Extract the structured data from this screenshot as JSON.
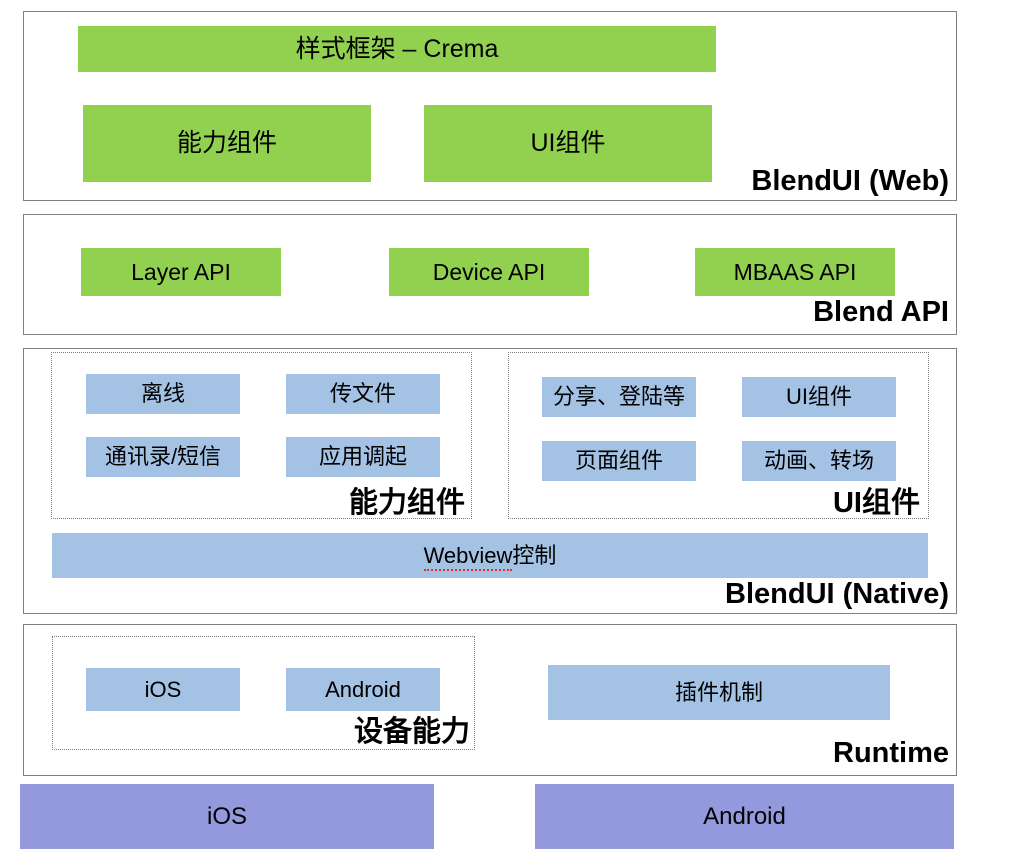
{
  "diagram": {
    "title": "BlendUI Architecture Stack",
    "colors": {
      "green": "#92D050",
      "blue": "#A3C2E4",
      "purple": "#9399DC",
      "panel_border": "#808080",
      "subpanel_border": "#7F7F7F",
      "spellcheck_underline": "#E03030"
    }
  },
  "layers": {
    "web": {
      "label": "BlendUI (Web)",
      "boxes": {
        "crema": "样式框架 – Crema",
        "ability_components": "能力组件",
        "ui_components": "UI组件"
      }
    },
    "api": {
      "label": "Blend API",
      "boxes": {
        "layer_api": "Layer API",
        "device_api": "Device API",
        "mbaas_api": "MBAAS API"
      }
    },
    "native": {
      "label": "BlendUI (Native)",
      "ability_group": {
        "label": "能力组件",
        "boxes": {
          "offline": "离线",
          "file_transfer": "传文件",
          "contacts_sms": "通讯录/短信",
          "app_invoke": "应用调起"
        }
      },
      "ui_group": {
        "label": "UI组件",
        "boxes": {
          "share_login": "分享、登陆等",
          "ui_components": "UI组件",
          "page_components": "页面组件",
          "animation_transition": "动画、转场"
        }
      },
      "webview": {
        "misspelled_word": "Webview",
        "rest": "控制"
      }
    },
    "runtime": {
      "label": "Runtime",
      "device_group": {
        "label": "设备能力",
        "boxes": {
          "ios": "iOS",
          "android": "Android"
        }
      },
      "plugin": "插件机制"
    },
    "os": {
      "ios": "iOS",
      "android": "Android"
    }
  }
}
